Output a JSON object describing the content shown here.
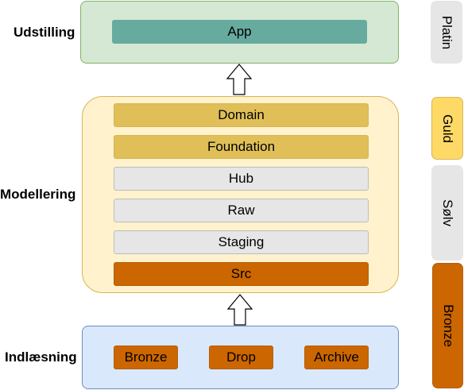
{
  "sections": {
    "presentation": "Udstilling",
    "modeling": "Modellering",
    "ingestion": "Indlæsning"
  },
  "presentation_layers": [
    "App"
  ],
  "modeling_layers": [
    "Domain",
    "Foundation",
    "Hub",
    "Raw",
    "Staging",
    "Src"
  ],
  "ingestion_sources": [
    "Bronze",
    "Drop",
    "Archive"
  ],
  "tiers": [
    "Platin",
    "Guld",
    "Sølv",
    "Bronze"
  ],
  "colors": {
    "presentation_bg": "#d5e8d4",
    "presentation_border": "#82b366",
    "app_fill": "#67ab9f",
    "modeling_bg": "#fff2cc",
    "modeling_border": "#d6b656",
    "gold_fill": "#e0bf58",
    "silver_fill": "#e6e6e6",
    "silver_border": "#bdbdbd",
    "bronze_fill": "#cc6600",
    "bronze_border": "#b45f06",
    "ingestion_bg": "#dae8fc",
    "ingestion_border": "#6c8ebf",
    "platin_fill": "#e6e6e6",
    "guld_fill": "#ffd966",
    "guld_border": "#d6b656"
  }
}
